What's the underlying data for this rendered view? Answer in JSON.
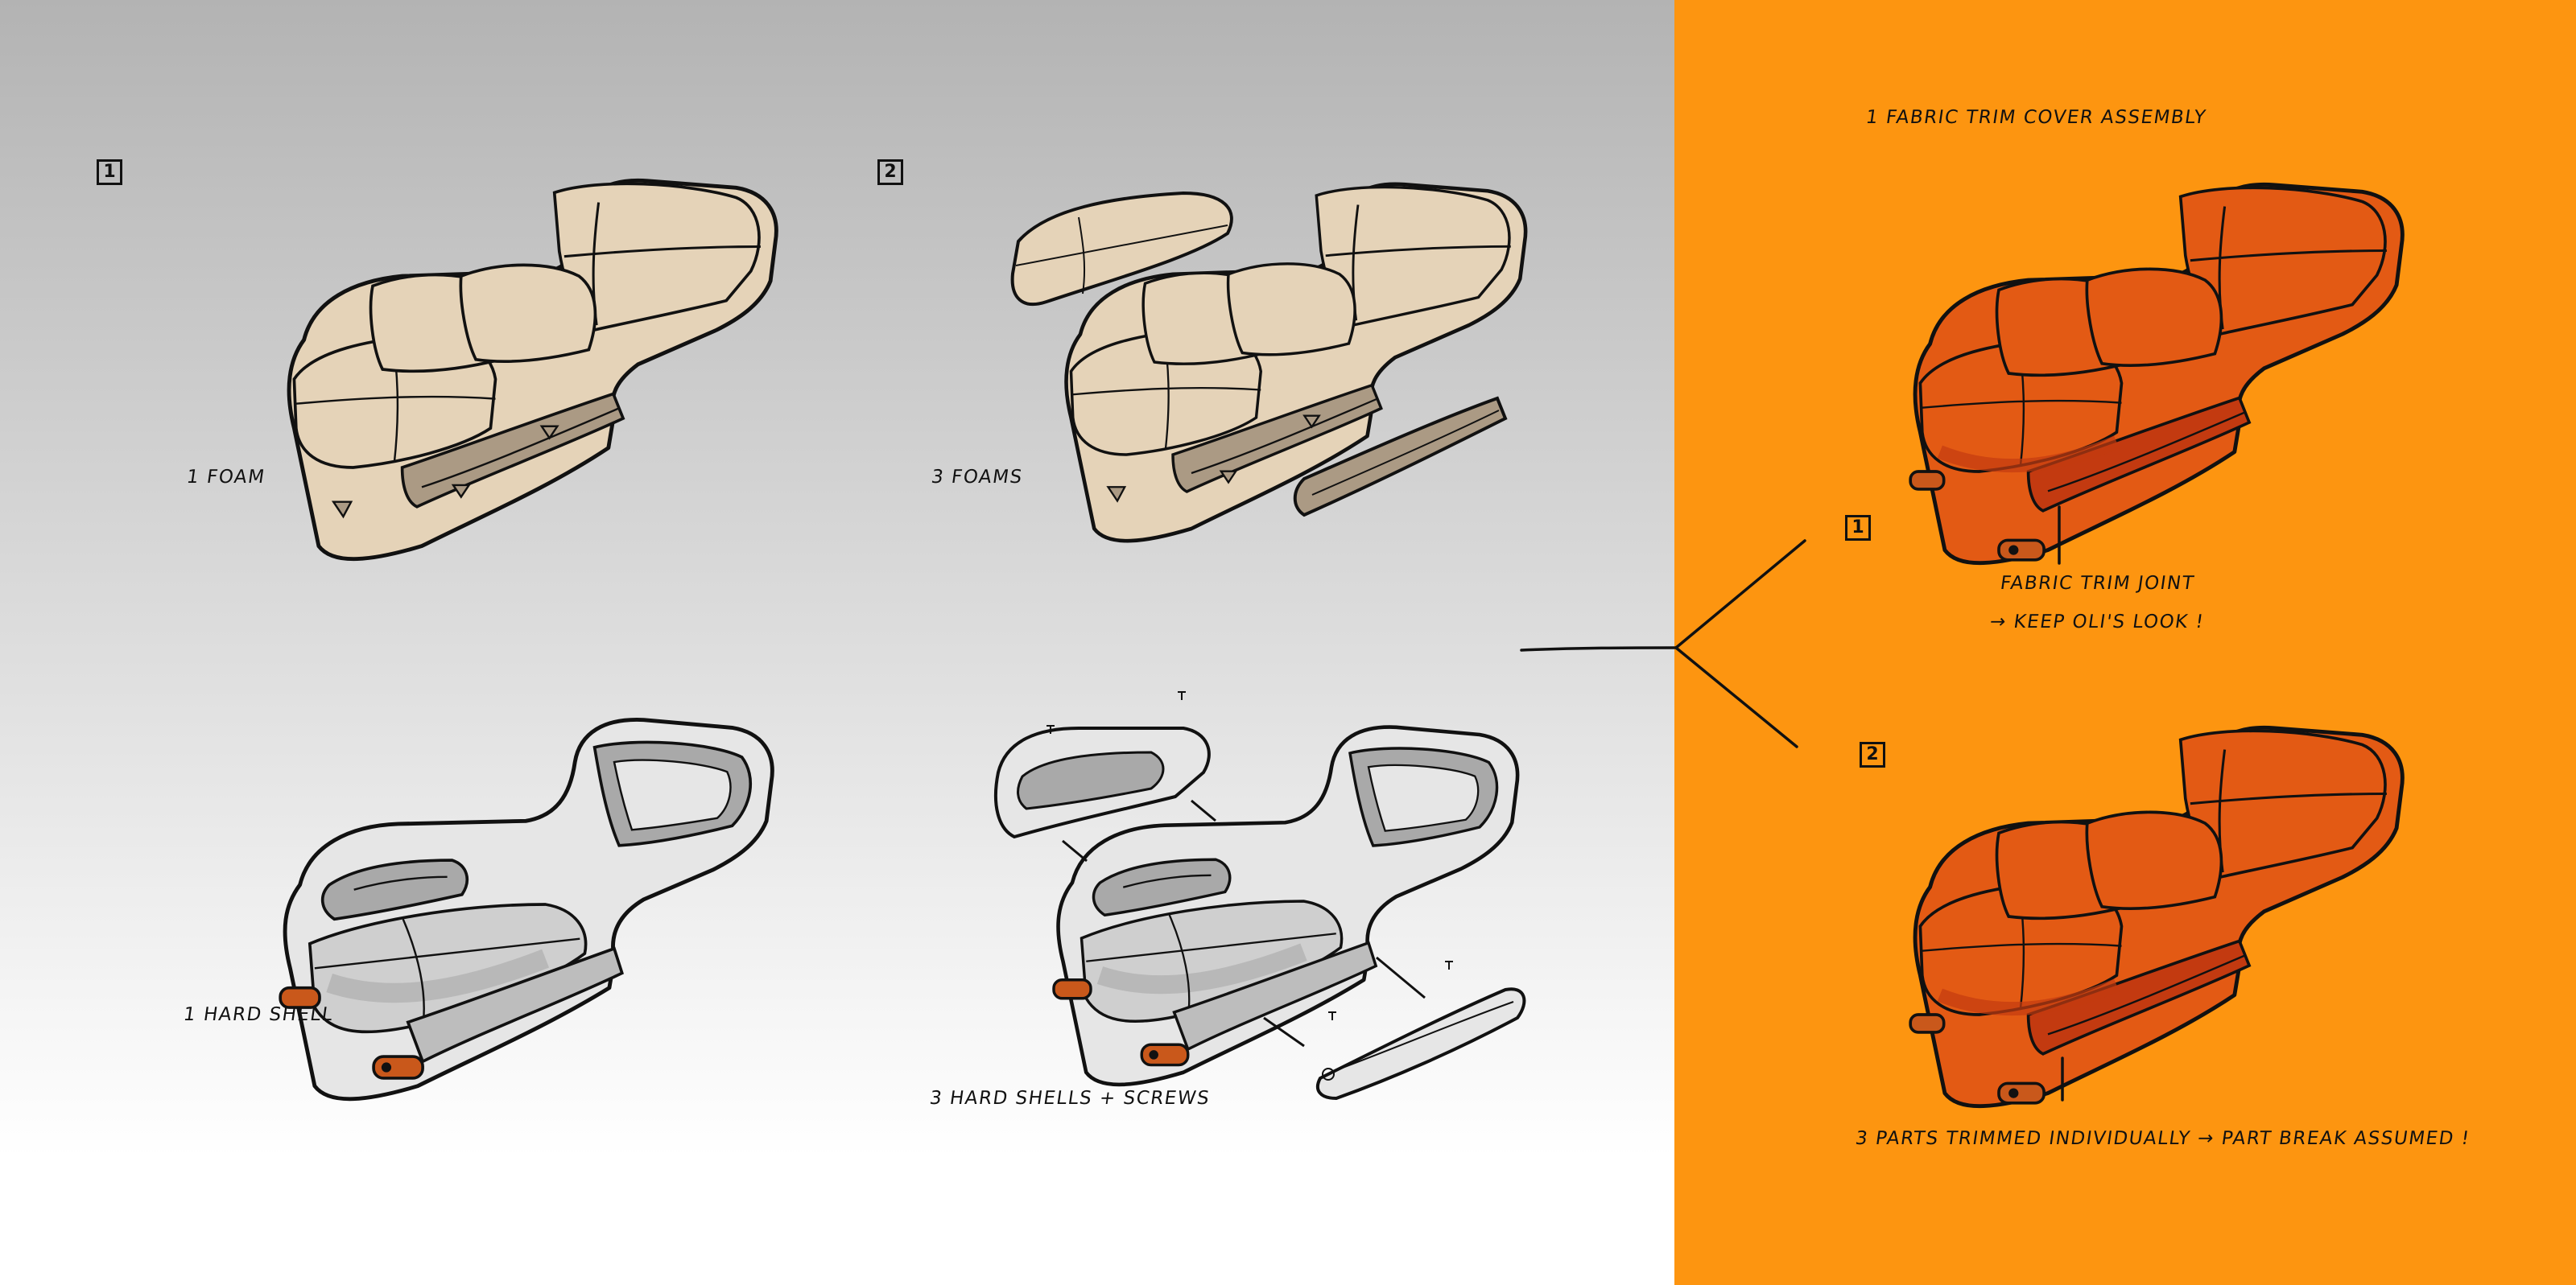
{
  "palette": {
    "gray_top": "#b3b3b3",
    "gray_bottom": "#ffffff",
    "orange_panel": "#fd9510",
    "foam": "#e5d3b8",
    "foam_shade": "#ab9a84",
    "shell": "#e6e6e6",
    "shell_shade": "#a9a9a9",
    "trim": "#e35a14",
    "trim_dark": "#c33a10",
    "hinge": "#c9581b",
    "ink": "#111111"
  },
  "concepts": {
    "left_1": {
      "number": "1",
      "foam_label": "1 FOAM",
      "shell_label": "1 HARD SHELL"
    },
    "left_2": {
      "number": "2",
      "foam_label": "3 FOAMS",
      "shell_label": "3 HARD SHELLS  +  SCREWS"
    }
  },
  "trim_panel": {
    "title": "1 FABRIC TRIM COVER ASSEMBLY",
    "option_1": {
      "number": "1",
      "note_line1": "FABRIC TRIM JOINT",
      "note_line2": "→ KEEP OLI'S LOOK !"
    },
    "option_2": {
      "number": "2",
      "note": "3 PARTS  TRIMMED  INDIVIDUALLY  → PART BREAK ASSUMED !"
    }
  }
}
